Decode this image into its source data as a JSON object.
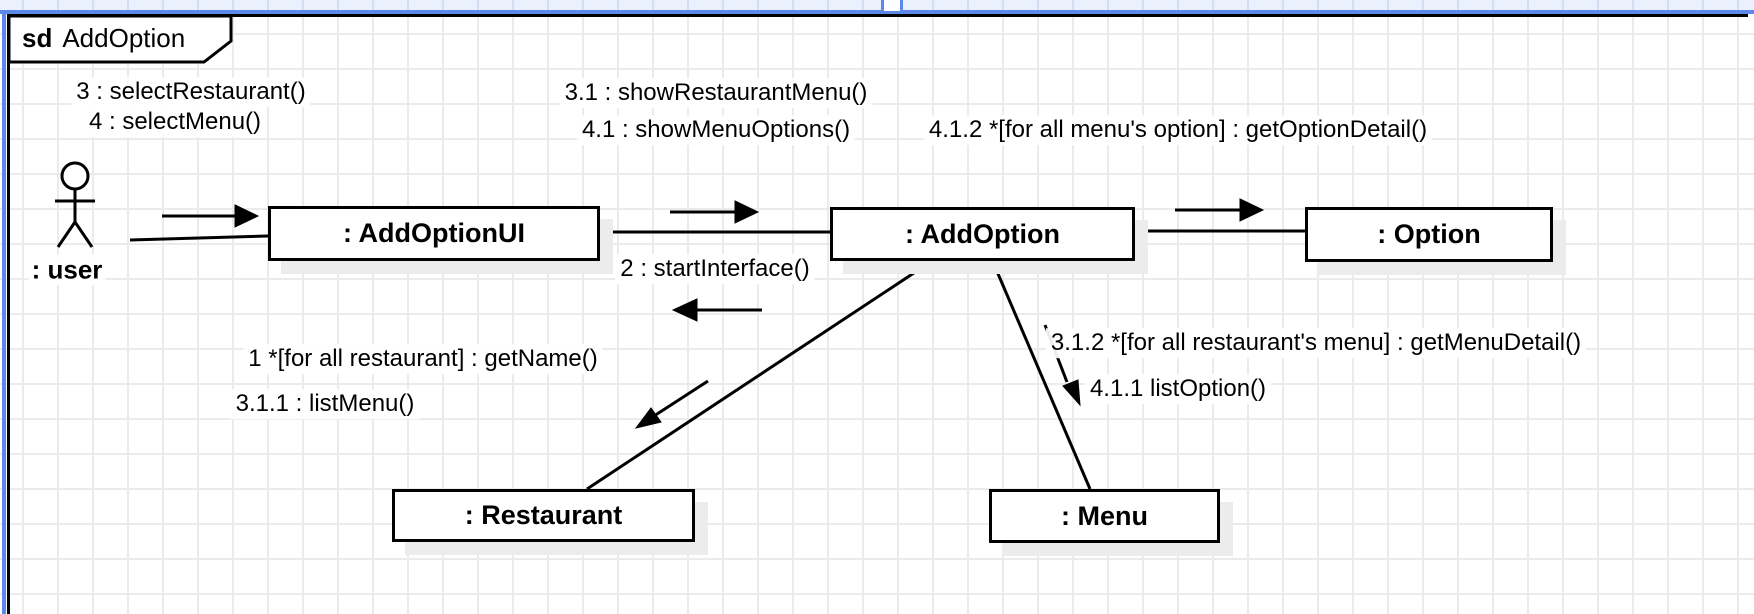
{
  "frame": {
    "keyword": "sd",
    "title": "AddOption"
  },
  "actor": {
    "label": ": user"
  },
  "objects": {
    "addOptionUI": {
      "label": ": AddOptionUI"
    },
    "addOption": {
      "label": ": AddOption"
    },
    "option": {
      "label": ": Option"
    },
    "restaurant": {
      "label": ": Restaurant"
    },
    "menu": {
      "label": ": Menu"
    }
  },
  "messages": {
    "m3": {
      "text": "3 : selectRestaurant()"
    },
    "m4": {
      "text": "4 : selectMenu()"
    },
    "m31": {
      "text": "3.1 : showRestaurantMenu()"
    },
    "m41": {
      "text": "4.1 : showMenuOptions()"
    },
    "m412": {
      "text": "4.1.2 *[for all menu's option] : getOptionDetail()"
    },
    "m2": {
      "text": "2 : startInterface()"
    },
    "m1": {
      "text": "1 *[for all restaurant] : getName()"
    },
    "m311": {
      "text": "3.1.1 : listMenu()"
    },
    "m312": {
      "text": "3.1.2 *[for all restaurant's menu] : getMenuDetail()"
    },
    "m411": {
      "text": "4.1.1 listOption()"
    }
  },
  "colors": {
    "selection_blue": "#5d87e8",
    "box_shadow": "#ececec",
    "stroke": "#000000",
    "grid_line": "#ebebeb"
  }
}
